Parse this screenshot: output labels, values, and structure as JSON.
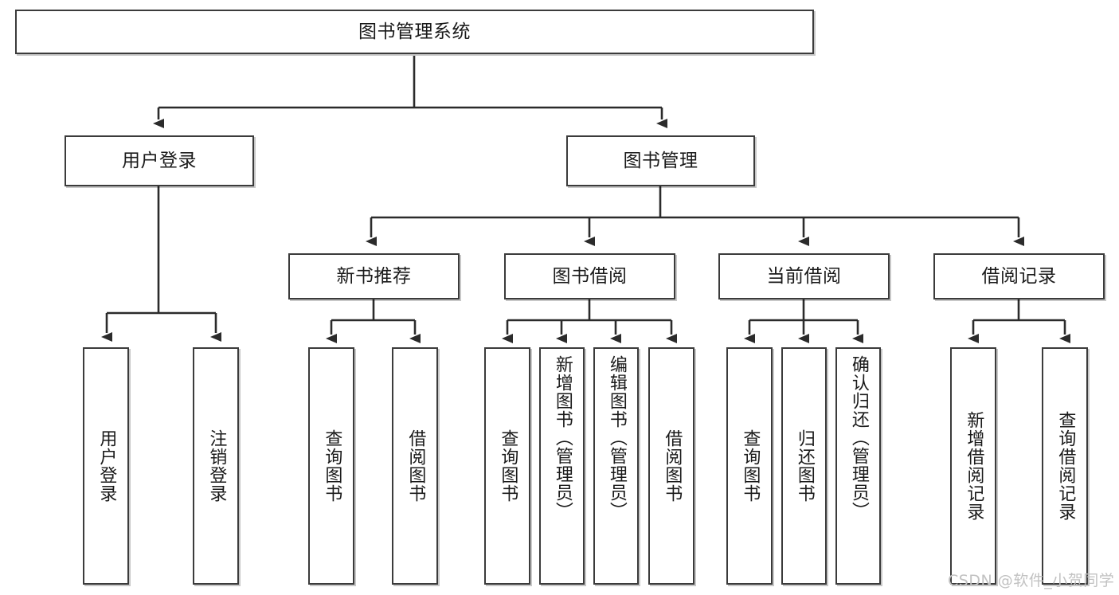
{
  "diagram": {
    "title": "图书管理系统",
    "type": "tree-hierarchy-diagram",
    "watermark": "CSDN @软件_小贺同学",
    "colors": {
      "box_border": "#3b3b3b",
      "box_fill": "#ffffff",
      "edge": "#2b2b2b",
      "text": "#1a1a1a",
      "watermark": "#c2c2c2"
    },
    "nodes": {
      "root": {
        "label": "图书管理系统"
      },
      "level2": [
        {
          "id": "user-login",
          "label": "用户登录"
        },
        {
          "id": "book-management",
          "label": "图书管理"
        }
      ],
      "level3": [
        {
          "id": "new-book-recommend",
          "label": "新书推荐"
        },
        {
          "id": "book-borrow",
          "label": "图书借阅"
        },
        {
          "id": "current-borrow",
          "label": "当前借阅"
        },
        {
          "id": "borrow-record",
          "label": "借阅记录"
        }
      ],
      "leaves": {
        "user_login": [
          {
            "id": "leaf-user-login",
            "label": "用户登录"
          },
          {
            "id": "leaf-logout-login",
            "label": "注销登录"
          }
        ],
        "new_book_recommend": [
          {
            "id": "leaf-query-book-1",
            "label": "查询图书"
          },
          {
            "id": "leaf-borrow-book-1",
            "label": "借阅图书"
          }
        ],
        "book_borrow": [
          {
            "id": "leaf-query-book-2",
            "label": "查询图书"
          },
          {
            "id": "leaf-add-book",
            "label": "新增图书（管理员）"
          },
          {
            "id": "leaf-edit-book",
            "label": "编辑图书（管理员）"
          },
          {
            "id": "leaf-borrow-book-2",
            "label": "借阅图书"
          }
        ],
        "current_borrow": [
          {
            "id": "leaf-query-book-3",
            "label": "查询图书"
          },
          {
            "id": "leaf-return-book",
            "label": "归还图书"
          },
          {
            "id": "leaf-confirm-return",
            "label": "确认归还（管理员）"
          }
        ],
        "borrow_record": [
          {
            "id": "leaf-add-record",
            "label": "新增借阅记录"
          },
          {
            "id": "leaf-query-record",
            "label": "查询借阅记录"
          }
        ]
      }
    }
  }
}
